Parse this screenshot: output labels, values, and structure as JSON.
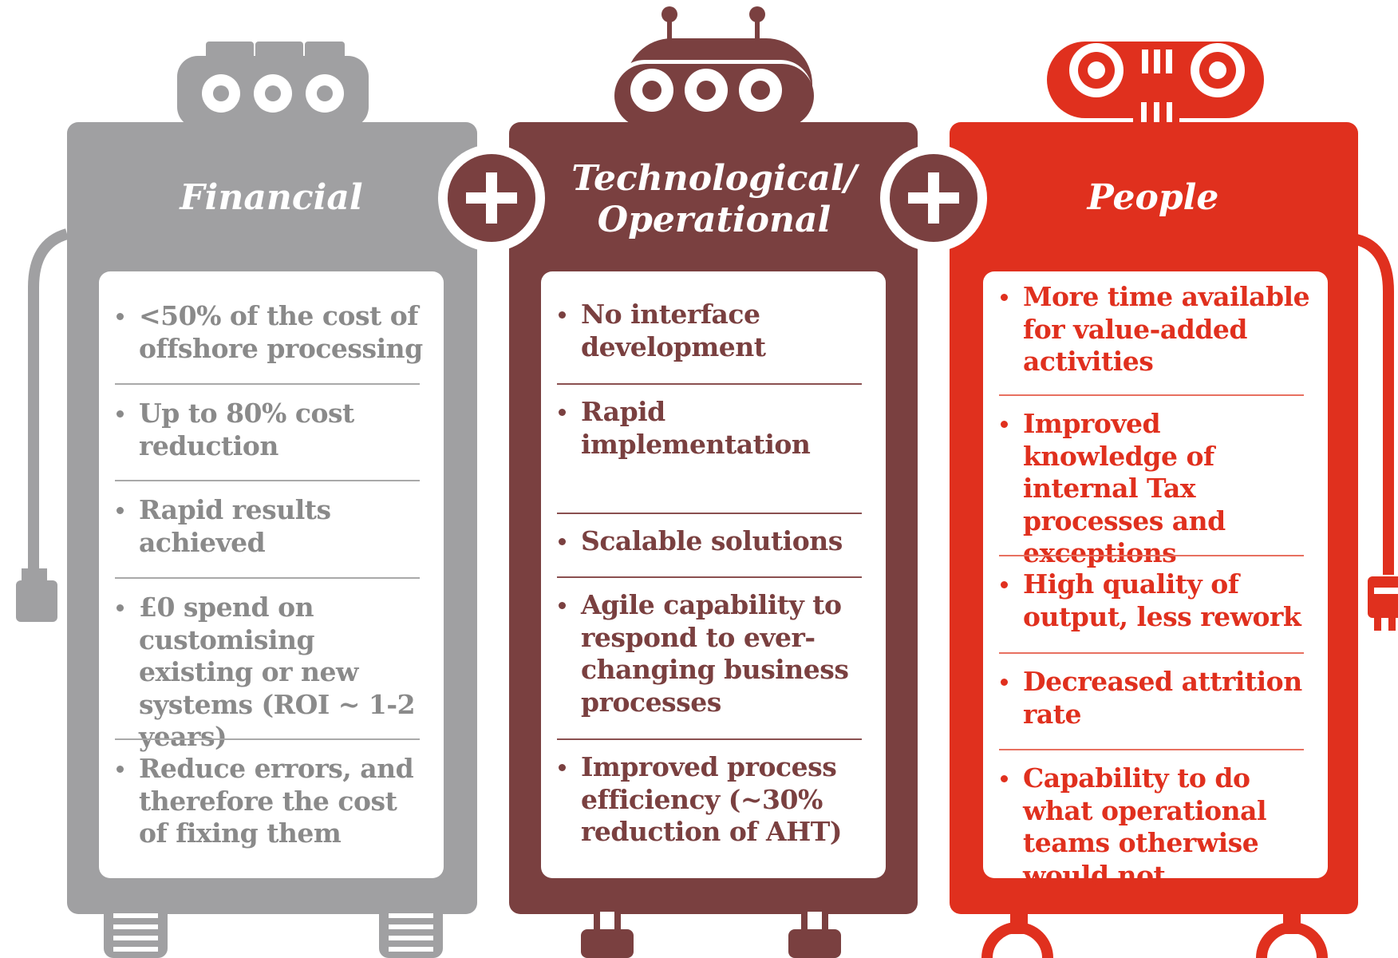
{
  "colors": {
    "financial": "#a0a0a2",
    "technological": "#7a4040",
    "people": "#e0301e",
    "panel": "#ffffff"
  },
  "columns": [
    {
      "title": "Financial",
      "items": [
        "<50% of the cost of offshore processing",
        "Up to 80% cost reduction",
        "Rapid results achieved",
        "£0 spend on customising existing or new systems (ROI ~ 1-2 years)",
        "Reduce errors, and therefore the cost of fixing them"
      ]
    },
    {
      "title_line1": "Technological/",
      "title_line2": "Operational",
      "items": [
        "No interface development",
        "Rapid implementation",
        "Scalable solutions",
        "Agile capability to respond to ever-changing business processes",
        "Improved process efficiency (~30% reduction of AHT)"
      ]
    },
    {
      "title": "People",
      "items": [
        "More time available for value-added activities",
        "Improved knowledge of internal Tax processes and exceptions",
        "High quality of output, less rework",
        "Decreased attrition rate",
        "Capability to do what operational teams otherwise would not"
      ]
    }
  ],
  "plus_icon": "plus-icon"
}
